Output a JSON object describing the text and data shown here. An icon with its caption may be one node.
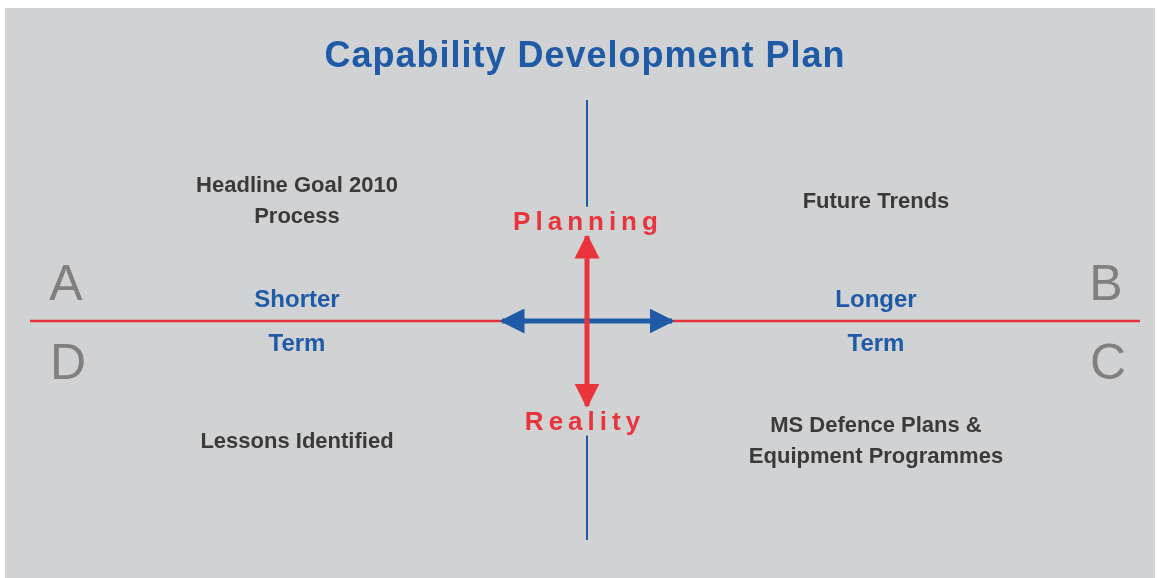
{
  "diagram": {
    "title": "Capability Development Plan",
    "labels": [
      "Headline Goal 2010 Process",
      "Future Trends",
      "Planning",
      "A",
      "Shorter",
      "Longer",
      "B",
      "D",
      "Term",
      "Term",
      "C",
      "Reality",
      "Lessons Identified",
      "MS Defence Plans & Equipment Programmes"
    ]
  }
}
